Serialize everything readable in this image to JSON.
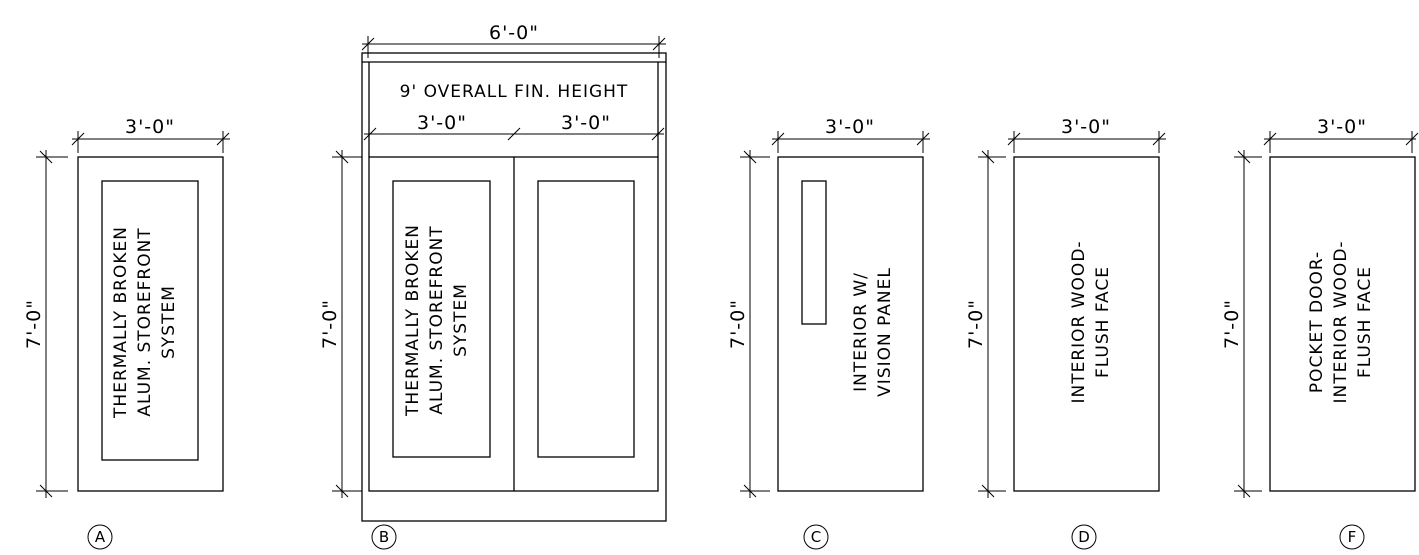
{
  "doors": {
    "A": {
      "tag": "A",
      "width": "3'-0\"",
      "height": "7'-0\"",
      "note": [
        "THERMALLY BROKEN",
        "ALUM. STOREFRONT",
        "SYSTEM"
      ]
    },
    "B": {
      "tag": "B",
      "overall_width": "6'-0\"",
      "transom_note": "9' OVERALL FIN. HEIGHT",
      "left_width": "3'-0\"",
      "right_width": "3'-0\"",
      "height": "7'-0\"",
      "note": [
        "THERMALLY BROKEN",
        "ALUM. STOREFRONT",
        "SYSTEM"
      ]
    },
    "C": {
      "tag": "C",
      "width": "3'-0\"",
      "height": "7'-0\"",
      "note": [
        "INTERIOR W/",
        "VISION PANEL"
      ]
    },
    "D": {
      "tag": "D",
      "width": "3'-0\"",
      "height": "7'-0\"",
      "note": [
        "INTERIOR WOOD-",
        "FLUSH FACE"
      ]
    },
    "F": {
      "tag": "F",
      "width": "3'-0\"",
      "height": "7'-0\"",
      "note": [
        "POCKET DOOR-",
        "INTERIOR WOOD-",
        "FLUSH FACE"
      ]
    }
  }
}
